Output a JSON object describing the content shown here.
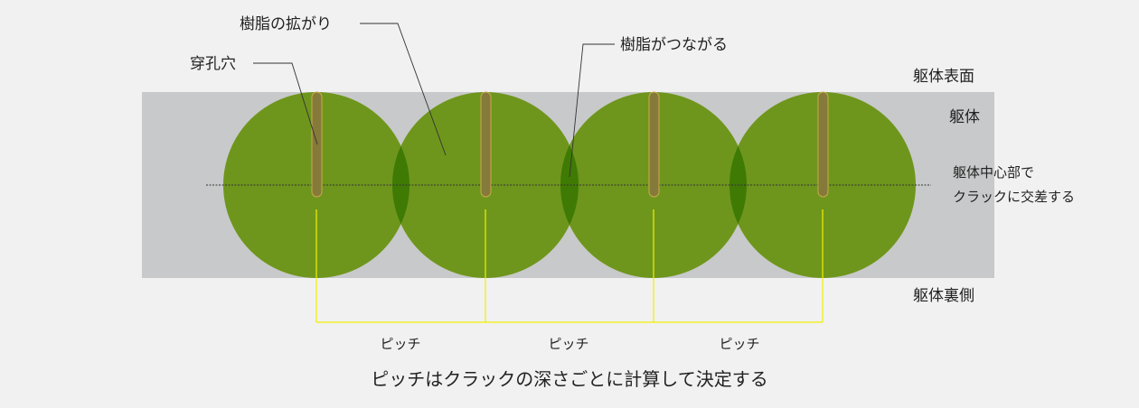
{
  "labels": {
    "resin_spread": "樹脂の拡がり",
    "drill_hole": "穿孔穴",
    "resin_connect": "樹脂がつながる",
    "surface": "躯体表面",
    "body": "躯体",
    "center_line1": "躯体中心部で",
    "center_line2": "クラックに交差する",
    "back": "躯体裏側"
  },
  "pitch_labels": [
    "ピッチ",
    "ピッチ",
    "ピッチ"
  ],
  "caption": "ピッチはクラックの深さごとに計算して決定する",
  "holes": 4,
  "colors": {
    "background": "#f1f1f1",
    "slab": "#c8c9ca",
    "resin": "#6e961c",
    "overlap": "#3f7a05",
    "hole": "#857a3a",
    "hole_edge": "#c9a94a",
    "pitch_line": "#f0f000",
    "leader": "#333333"
  }
}
